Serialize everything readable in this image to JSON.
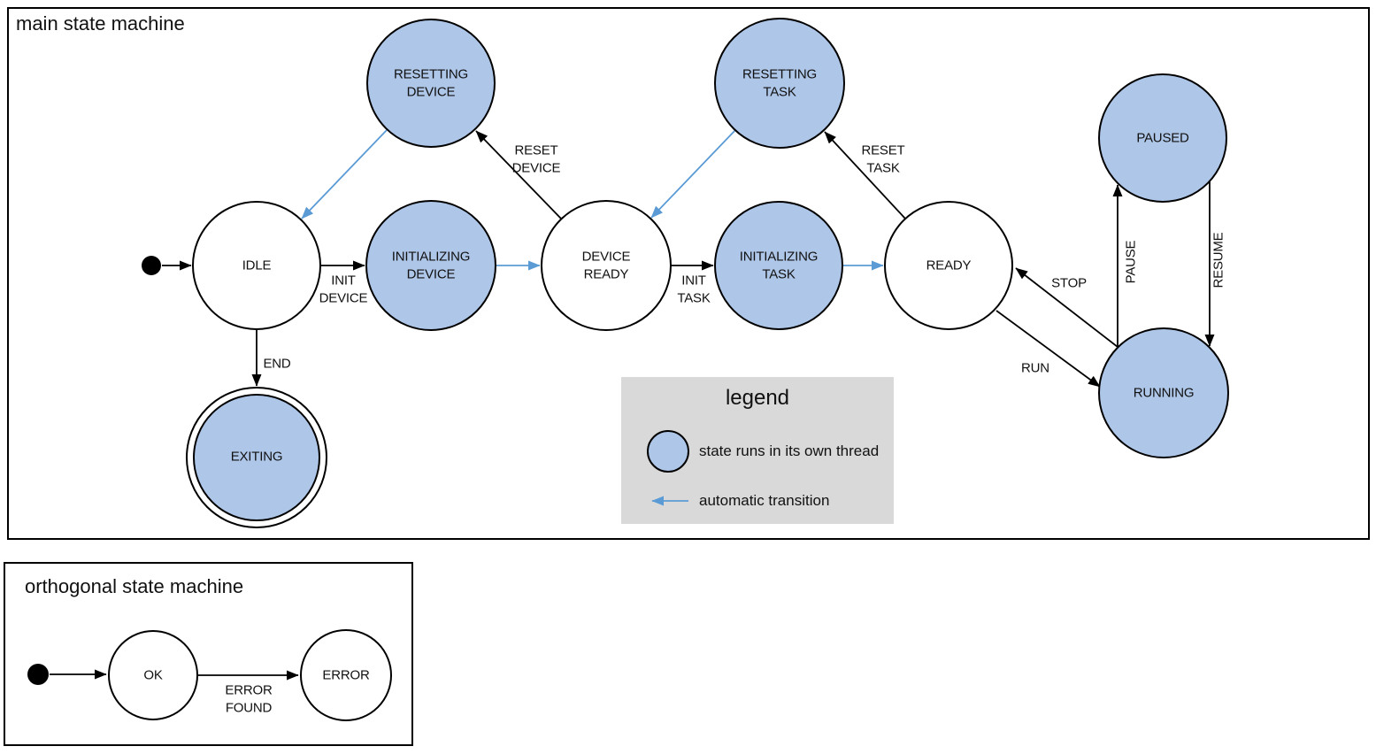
{
  "main_machine": {
    "title": "main state machine",
    "states": [
      {
        "name": "idle",
        "label": "IDLE",
        "threaded": false
      },
      {
        "name": "initializing-device",
        "label": "INITIALIZING\nDEVICE",
        "threaded": true
      },
      {
        "name": "device-ready",
        "label": "DEVICE\nREADY",
        "threaded": false
      },
      {
        "name": "initializing-task",
        "label": "INITIALIZING\nTASK",
        "threaded": true
      },
      {
        "name": "ready",
        "label": "READY",
        "threaded": false
      },
      {
        "name": "resetting-device",
        "label": "RESETTING\nDEVICE",
        "threaded": true
      },
      {
        "name": "resetting-task",
        "label": "RESETTING\nTASK",
        "threaded": true
      },
      {
        "name": "paused",
        "label": "PAUSED",
        "threaded": true
      },
      {
        "name": "running",
        "label": "RUNNING",
        "threaded": true
      },
      {
        "name": "exiting",
        "label": "EXITING",
        "threaded": true,
        "final": true
      }
    ],
    "transitions": [
      {
        "name": "init-device",
        "label": "INIT\nDEVICE"
      },
      {
        "name": "init-task",
        "label": "INIT\nTASK"
      },
      {
        "name": "reset-device",
        "label": "RESET\nDEVICE"
      },
      {
        "name": "reset-task",
        "label": "RESET\nTASK"
      },
      {
        "name": "end",
        "label": "END"
      },
      {
        "name": "run",
        "label": "RUN"
      },
      {
        "name": "stop",
        "label": "STOP"
      },
      {
        "name": "pause",
        "label": "PAUSE"
      },
      {
        "name": "resume",
        "label": "RESUME"
      }
    ]
  },
  "legend": {
    "title": "legend",
    "items": [
      {
        "name": "threaded-state",
        "label": "state runs in its own thread"
      },
      {
        "name": "automatic-transition",
        "label": "automatic transition"
      }
    ]
  },
  "orthogonal_machine": {
    "title": "orthogonal state machine",
    "states": [
      {
        "name": "ok",
        "label": "OK"
      },
      {
        "name": "error",
        "label": "ERROR"
      }
    ],
    "transitions": [
      {
        "name": "error-found",
        "label": "ERROR\nFOUND"
      }
    ]
  },
  "colors": {
    "threaded_state_fill": "#aec6e8",
    "automatic_transition": "#5b9bd5",
    "legend_background": "#d9d9d9"
  }
}
